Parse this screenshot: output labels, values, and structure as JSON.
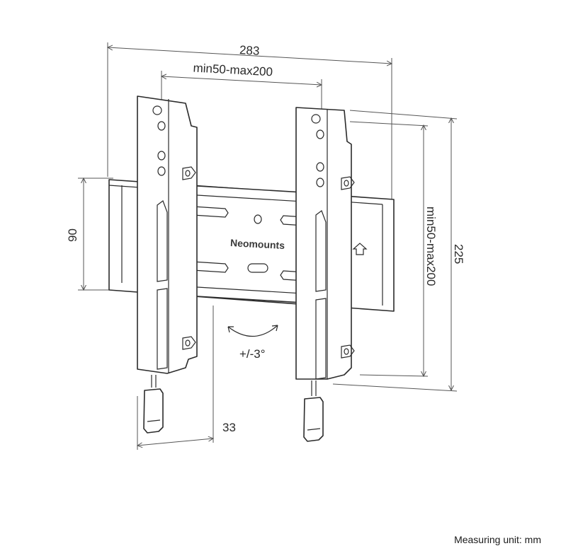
{
  "diagram": {
    "brand_label": "Neomounts",
    "dimensions": {
      "overall_width": "283",
      "vesa_horizontal": "min50-max200",
      "overall_height": "225",
      "vesa_vertical": "min50-max200",
      "wall_plate_height": "90",
      "depth": "33",
      "tilt": "+/-3°"
    },
    "measuring_unit_note": "Measuring unit: mm"
  }
}
